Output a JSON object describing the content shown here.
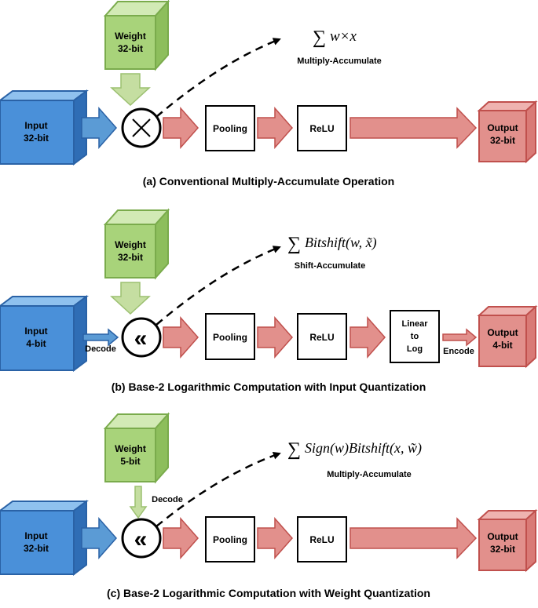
{
  "colors": {
    "blue_front": "#4a90d9",
    "blue_top": "#8fc1ee",
    "blue_side": "#2f6db5",
    "blue_stroke": "#2a62a6",
    "green_front": "#a8d37a",
    "green_top": "#d2eab5",
    "green_side": "#8dbe5c",
    "green_stroke": "#7aab4c",
    "red_fill": "#e2908c",
    "red_stroke": "#c0504d"
  },
  "panel_a": {
    "weight_line1": "Weight",
    "weight_line2": "32-bit",
    "input_line1": "Input",
    "input_line2": "32-bit",
    "operator_symbol": "⊗",
    "operator_icon": "multiply-circle-icon",
    "pooling": "Pooling",
    "relu": "ReLU",
    "output_line1": "Output",
    "output_line2": "32-bit",
    "formula_sum": "∑",
    "formula_expr": "w×x",
    "formula_label": "Multiply-Accumulate",
    "caption": "(a) Conventional Multiply-Accumulate Operation"
  },
  "panel_b": {
    "weight_line1": "Weight",
    "weight_line2": "32-bit",
    "input_line1": "Input",
    "input_line2": "4-bit",
    "decode": "Decode",
    "operator_symbol": "«",
    "operator_icon": "shift-left-circle-icon",
    "pooling": "Pooling",
    "relu": "ReLU",
    "linlog_line1": "Linear",
    "linlog_line2": "to",
    "linlog_line3": "Log",
    "encode": "Encode",
    "output_line1": "Output",
    "output_line2": "4-bit",
    "formula_sum": "∑",
    "formula_expr": "Bitshift(w, x̃)",
    "formula_label": "Shift-Accumulate",
    "caption": "(b) Base-2 Logarithmic Computation with Input Quantization"
  },
  "panel_c": {
    "weight_line1": "Weight",
    "weight_line2": "5-bit",
    "decode": "Decode",
    "input_line1": "Input",
    "input_line2": "32-bit",
    "operator_symbol": "«",
    "operator_icon": "shift-left-circle-icon",
    "pooling": "Pooling",
    "relu": "ReLU",
    "output_line1": "Output",
    "output_line2": "32-bit",
    "formula_sum": "∑",
    "formula_expr": "Sign(w)Bitshift(x, w̃)",
    "formula_label": "Multiply-Accumulate",
    "caption": "(c) Base-2 Logarithmic Computation with Weight Quantization"
  }
}
